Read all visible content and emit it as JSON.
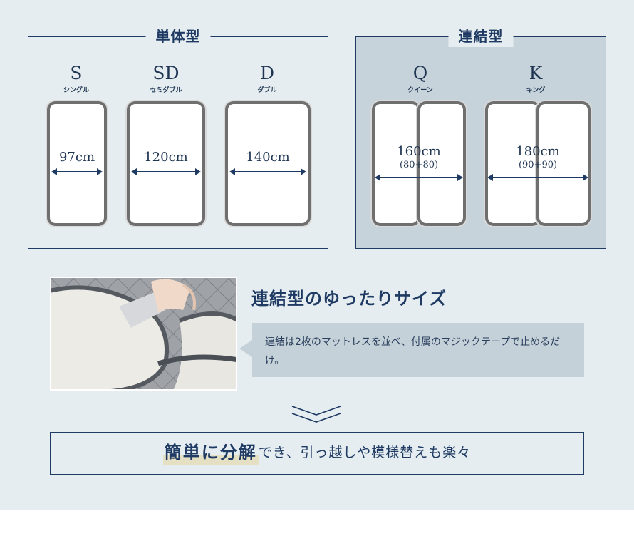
{
  "single_panel": {
    "title": "単体型",
    "sizes": [
      {
        "letter": "S",
        "kana": "シングル",
        "width": "97cm"
      },
      {
        "letter": "SD",
        "kana": "セミダブル",
        "width": "120cm"
      },
      {
        "letter": "D",
        "kana": "ダブル",
        "width": "140cm"
      }
    ]
  },
  "linked_panel": {
    "title": "連結型",
    "sizes": [
      {
        "letter": "Q",
        "kana": "クイーン",
        "width": "160cm",
        "breakdown": "(80+80)"
      },
      {
        "letter": "K",
        "kana": "キング",
        "width": "180cm",
        "breakdown": "(90+90)"
      }
    ]
  },
  "feature": {
    "title": "連結型のゆったりサイズ",
    "description": "連結は2枚のマットレスを並べ、付属のマジックテープで止めるだけ。"
  },
  "bottom": {
    "highlight": "簡単に分解",
    "rest": "でき、引っ越しや模様替えも楽々"
  },
  "colors": {
    "navy": "#1f3a63",
    "background": "#e5edf0",
    "linked_panel_bg": "#c6d3db",
    "mattress_border": "#6f6f6f"
  }
}
